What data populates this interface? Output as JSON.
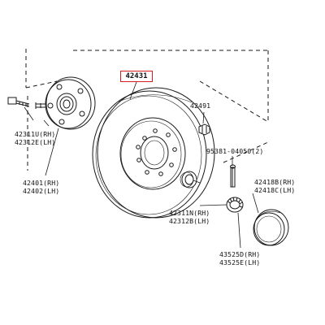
{
  "colors": {
    "line": "#1a1a1a",
    "highlight": "#d81e1e",
    "background": "#ffffff"
  },
  "parts": {
    "rotor": "42431",
    "hub_bolt": "42491",
    "nut": "95381-04050(2)",
    "hub_rh": "42311U(RH)",
    "hub_lh": "42312E(LH)",
    "axle_hub_rh": "42401(RH)",
    "axle_hub_lh": "42402(LH)",
    "seal_rh": "42311N(RH)",
    "seal_lh": "42312B(LH)",
    "cap_rh": "42418B(RH)",
    "cap_lh": "42418C(LH)",
    "bearing_rh": "43525D(RH)",
    "bearing_lh": "43525E(LH)"
  }
}
